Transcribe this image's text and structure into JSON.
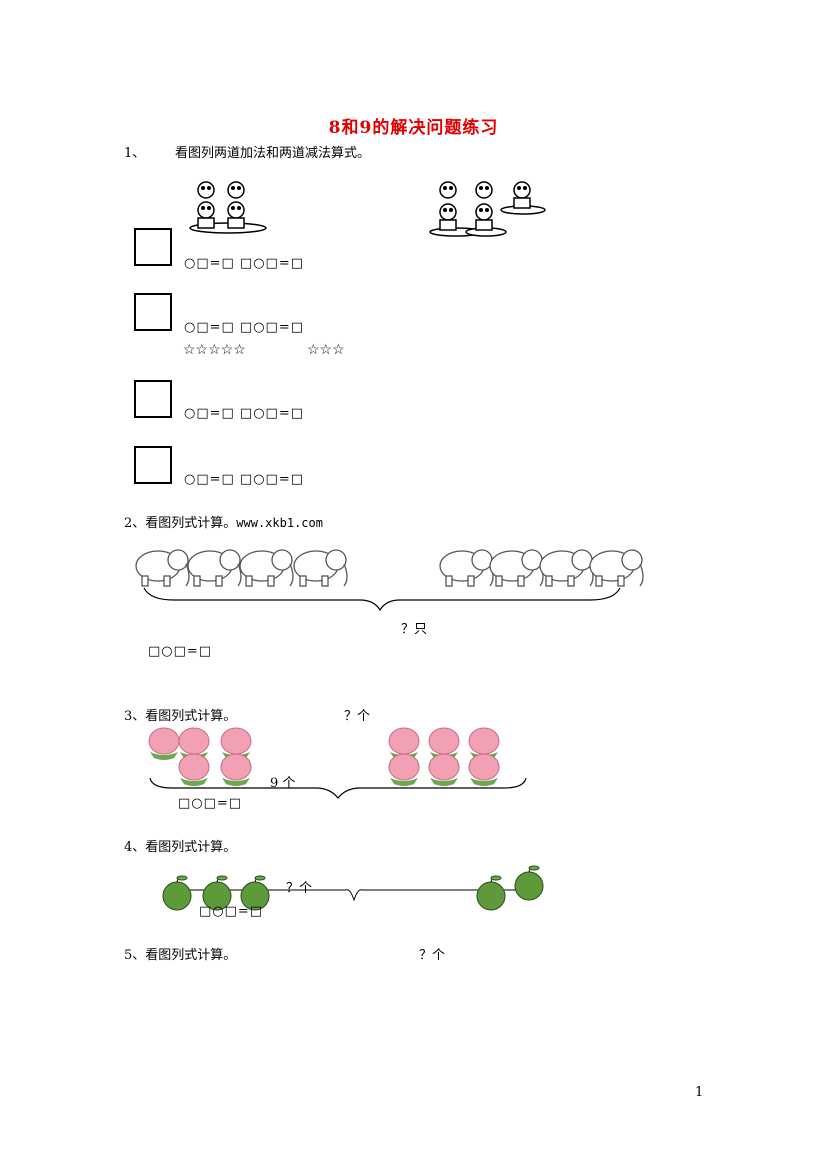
{
  "title": "8和9的解决问题练习",
  "q1": {
    "number": "1、",
    "text": "看图列两道加法和两道减法算式。",
    "equations": [
      "○□=□ □○□=□",
      "○□=□ □○□=□",
      "○□=□ □○□=□",
      "○□=□ □○□=□"
    ],
    "stars_left": "☆☆☆☆☆",
    "stars_right": "☆☆☆"
  },
  "q2": {
    "text_prefix": "2、看图列式计算。",
    "site": "www.xkb1.com",
    "question_label": "？只",
    "equation": "□○□=□"
  },
  "q3": {
    "text": "3、看图列式计算。",
    "question_label": "？个",
    "count_label": "9 个",
    "equation": "□○□=□"
  },
  "q4": {
    "text": "4、看图列式计算。",
    "question_label": "？个",
    "equation": "□○□=□"
  },
  "q5": {
    "text": "5、看图列式计算。",
    "question_label": "？个"
  },
  "page_number": "1",
  "colors": {
    "title": "#e00000",
    "peach": "#f2a0b4",
    "leaf": "#6aa84f",
    "apple": "#5e9a3a"
  }
}
